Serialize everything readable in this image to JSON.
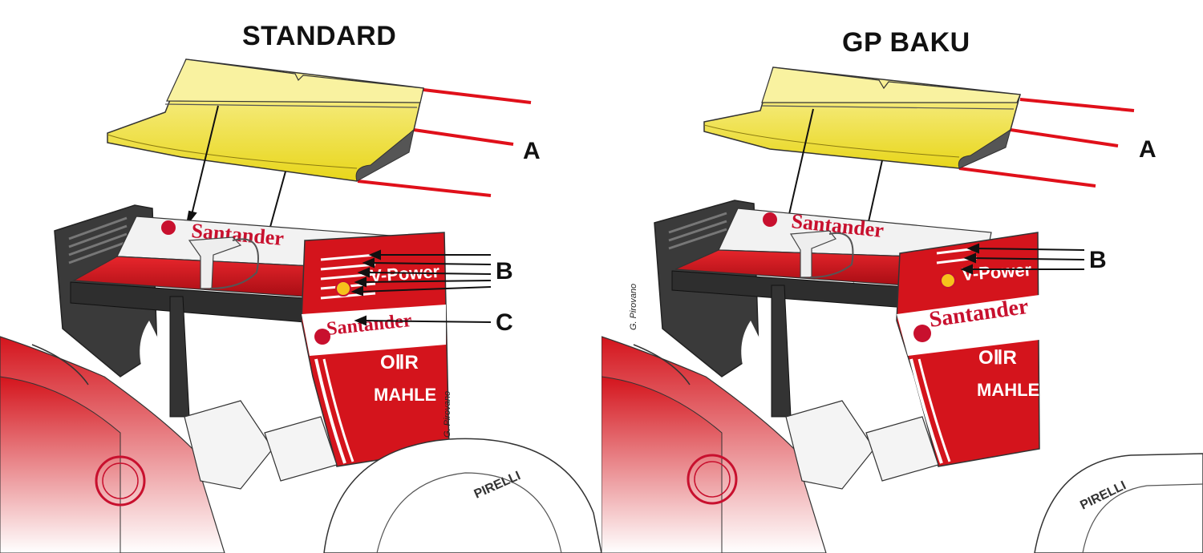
{
  "panels": [
    {
      "title": "STANDARD",
      "callouts": [
        "A",
        "B",
        "C"
      ],
      "credit": "G. Pirovano",
      "sponsors": [
        "Santander",
        "Santander",
        "V-Power",
        "MAHLE",
        "PIRELLI"
      ]
    },
    {
      "title": "GP BAKU",
      "callouts": [
        "A",
        "B"
      ],
      "credit": "G. Pirovano",
      "sponsors": [
        "Santander",
        "Santander",
        "V-Power",
        "MAHLE",
        "PIRELLI"
      ]
    }
  ],
  "colors": {
    "flap_yellow": "#f2e233",
    "car_red": "#d4141c",
    "guide_line_red": "#e0101a",
    "endplate_dark": "#3a3a3a"
  }
}
